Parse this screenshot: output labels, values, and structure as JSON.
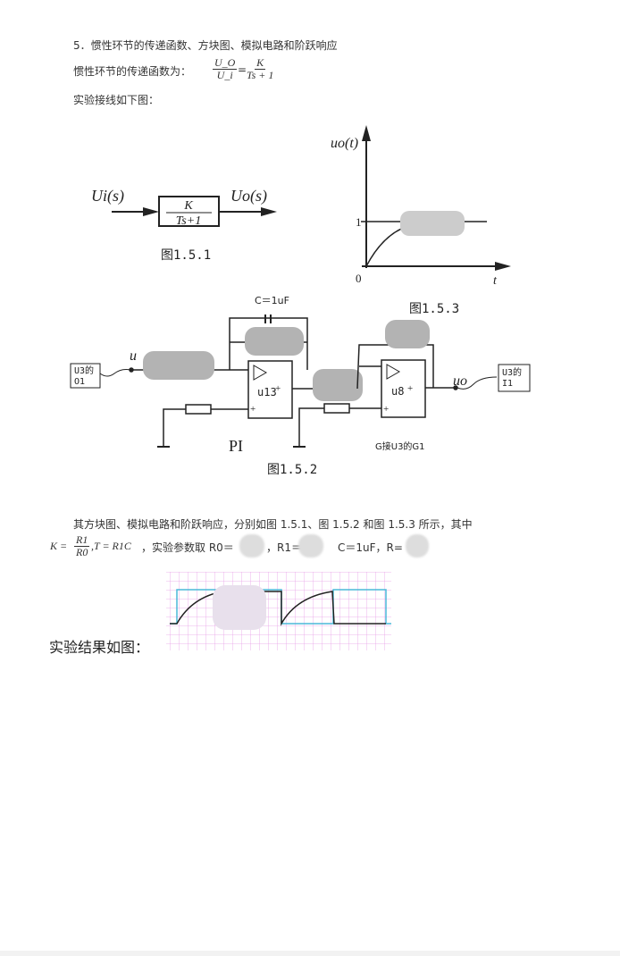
{
  "heading": "5．惯性环节的传递函数、方块图、模拟电路和阶跃响应",
  "transfer_label": "惯性环节的传递函数为：",
  "transfer": {
    "num_left": "U_O",
    "den_left": "U_i",
    "eq": "=",
    "num_right": "K",
    "den_right": "Ts + 1"
  },
  "wiring_label": "实验接线如下图：",
  "fig151": {
    "input": "Ui(s)",
    "output": "Uo(s)",
    "block_num": "K",
    "block_den": "Ts+1",
    "caption": "图1.5.1"
  },
  "fig153": {
    "y_label": "uo(t)",
    "one": "1",
    "zero": "0",
    "x_label": "t",
    "caption": "图1.5.3"
  },
  "fig152": {
    "cap_label": "C＝1uF",
    "left_box": [
      "U3的",
      "O1"
    ],
    "right_box": [
      "U3的",
      "I1"
    ],
    "in_label": "u",
    "out_label": "uo",
    "op1": "u13",
    "op2": "u8",
    "plus": "+",
    "pi": "PI",
    "ground_note": "G接U3的G1",
    "caption": "图1.5.2"
  },
  "paragraph": {
    "line1": "其方块图、模拟电路和阶跃响应，分别如图 1.5.1、图 1.5.2 和图 1.5.3 所示，其中",
    "k_formula": "K = R1/R0 , T = R1C",
    "line2_a": "，实验参数取 R0＝",
    "line2_b": "，R1＝",
    "line2_c": "C＝1uF，R=",
    "k_lhs": "K =",
    "k_num": "R1",
    "k_den": "R0",
    "t_eq": ",T = R1C"
  },
  "result_label": "实验结果如图："
}
